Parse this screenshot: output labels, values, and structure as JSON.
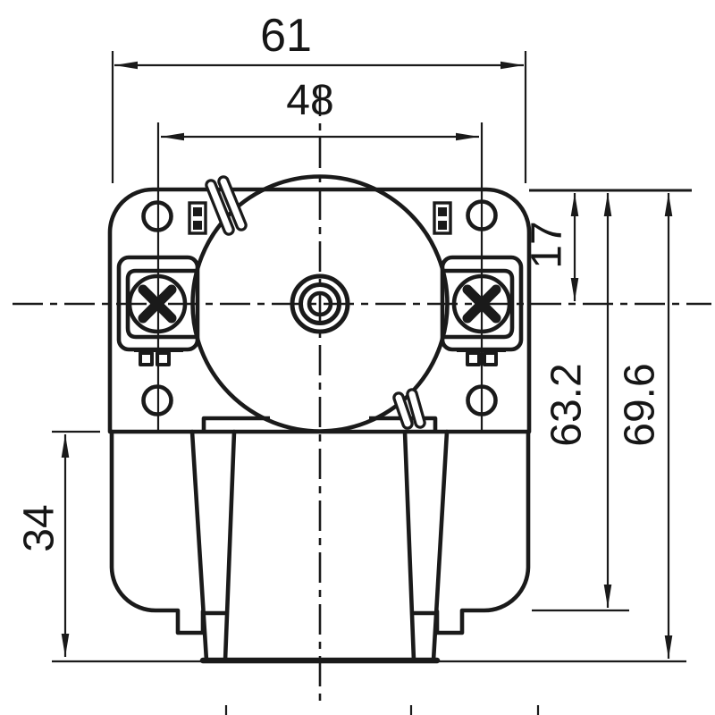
{
  "drawing": {
    "kind": "technical-dimensional-drawing",
    "view": "motor-front-view",
    "colors": {
      "line": "#1a1a1a",
      "background": "#ffffff"
    },
    "dimensions": {
      "overall_width": {
        "value": "61",
        "orientation": "horizontal"
      },
      "mount_spacing": {
        "value": "48",
        "orientation": "horizontal"
      },
      "top_to_center": {
        "value": "17",
        "orientation": "vertical"
      },
      "top_to_coil_bottom": {
        "value": "63.2",
        "orientation": "vertical"
      },
      "overall_height": {
        "value": "69.6",
        "orientation": "vertical"
      },
      "lower_section_height": {
        "value": "34",
        "orientation": "vertical"
      }
    }
  }
}
